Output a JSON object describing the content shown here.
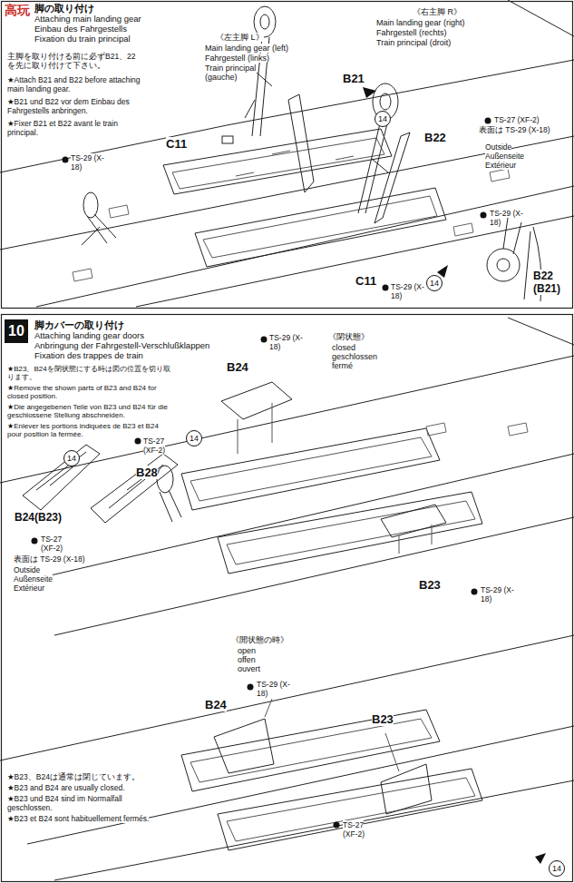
{
  "diagram": {
    "nodes": [
      {
        "text": [
          "10"
        ]
      }
    ],
    "labels": [
      "高玩",
      "脚の取り付け",
      "Attaching main landing gear",
      "Einbau des Fahrgestells",
      "Fixation du train principal",
      "主脚を取り付ける前に必ずB21、22を先に取り付けて下さい。",
      "★Attach B21 and B22 before attaching main landing gear.",
      "★B21 und B22 vor dem Einbau des Fahrgestells anbringen.",
      "★Fixer B21 et B22 avant le train principal.",
      "《左主脚 L》",
      "Main landing gear (left)",
      "Fahrgestell (links)",
      "Train principal (gauche)",
      "《右主脚 R》",
      "Main landing gear (right)",
      "Fahrgestell (rechts)",
      "Train principal (droit)",
      "B21",
      "14",
      "B22",
      "TS-27 (XF-2)",
      "表面は TS-29 (X-18)",
      "Outside",
      "Außenseite",
      "Extérieur",
      "C11",
      "TS-29 (X-18)",
      "TS-29 (X-18)",
      "14",
      "C11",
      "TS-29 (X-18)",
      "B22 (B21)",
      "脚カバーの取り付け",
      "Attaching landing gear doors",
      "Anbringung der Fahrgestell-Verschlußklappen",
      "Fixation des trappes de train",
      "★B23、B24を閉状態にする時は図の位置を切り取ります。",
      "★Remove the shown parts of B23 and B24 for closed position.",
      "★Die angegebenen Teile von B23 und B24 für die geschlossene Stellung abschneiden.",
      "★Enlever les portions indiquées de B23 et B24 pour position la fermée.",
      "TS-29 (X-18)",
      "《閉状態》",
      "closed",
      "geschlossen",
      "fermé",
      "B24",
      "14",
      "TS-27 (XF-2)",
      "14",
      "B28",
      "B24(B23)",
      "TS-27 (XF-2)",
      "表面は TS-29 (X-18)",
      "Outside",
      "Außenseite",
      "Extérieur",
      "B23",
      "TS-29 (X-18)",
      "《開状態の時》",
      "open",
      "offen",
      "ouvert",
      "TS-29 (X-18)",
      "B24",
      "B23",
      "★B23、B24は通常は閉じています。",
      "★B23 and B24 are usually closed.",
      "★B23 und B24 sind im Normalfall geschlossen.",
      "★B23 et B24 sont habituellement fermés.",
      "TS-27 (XF-2)",
      "14"
    ]
  }
}
